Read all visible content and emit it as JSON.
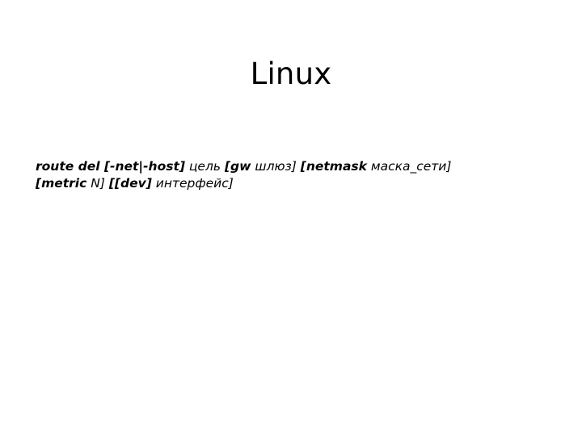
{
  "slide": {
    "title": "Linux",
    "syntax": {
      "line1": {
        "full_text": "route del [-net|-host] цель [gw шлюз] [netmask маска_сети]",
        "tokens": [
          {
            "text": "route del [-net|-host]",
            "style": "keyword"
          },
          {
            "text": " ",
            "style": "space"
          },
          {
            "text": "цель",
            "style": "argument"
          },
          {
            "text": " ",
            "style": "space"
          },
          {
            "text": "[gw",
            "style": "keyword"
          },
          {
            "text": " ",
            "style": "space"
          },
          {
            "text": "шлюз]",
            "style": "argument"
          },
          {
            "text": " ",
            "style": "space"
          },
          {
            "text": "[netmask",
            "style": "keyword"
          },
          {
            "text": " ",
            "style": "space"
          },
          {
            "text": "маска_сети]",
            "style": "argument"
          }
        ]
      },
      "line2": {
        "full_text": "[metric N] [[dev] интерфейс]",
        "tokens": [
          {
            "text": "[metric",
            "style": "keyword"
          },
          {
            "text": " ",
            "style": "space"
          },
          {
            "text": "N]",
            "style": "argument"
          },
          {
            "text": " ",
            "style": "space"
          },
          {
            "text": "[[dev]",
            "style": "keyword"
          },
          {
            "text": " ",
            "style": "space"
          },
          {
            "text": "интерфейс]",
            "style": "argument"
          }
        ]
      }
    }
  },
  "colors": {
    "background": "#ffffff",
    "text": "#000000"
  }
}
